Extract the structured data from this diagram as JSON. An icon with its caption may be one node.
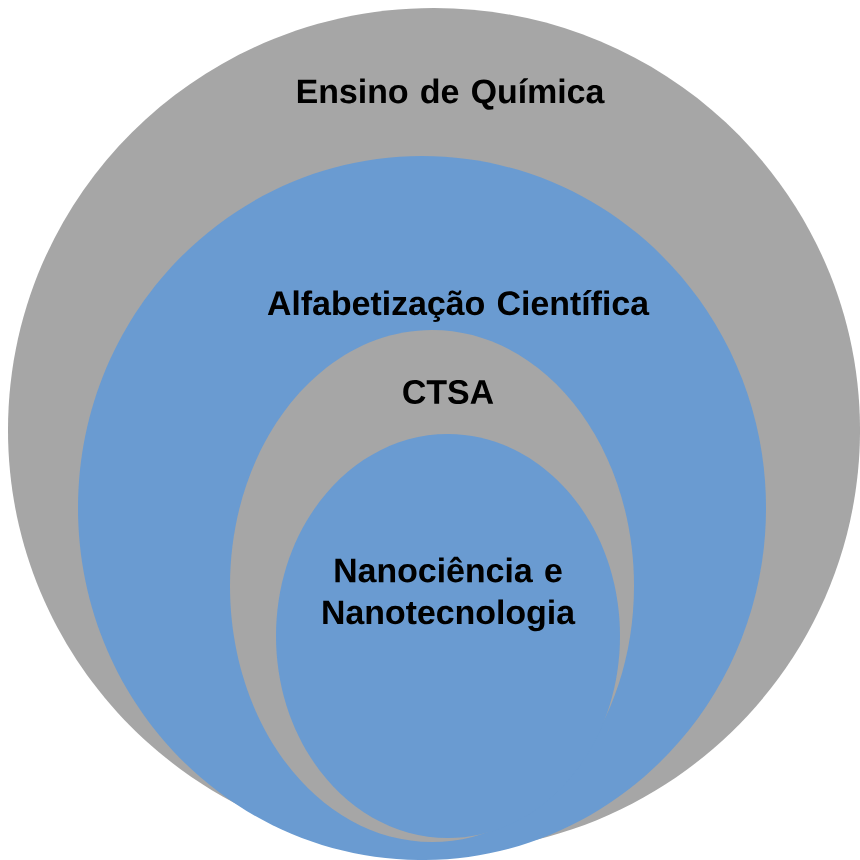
{
  "diagram": {
    "nodes": [
      {
        "text": [
          "Ensino de Química"
        ]
      },
      {
        "text": [
          "Alfabetização Científica"
        ],
        "in": 0
      },
      {
        "text": [
          "CTSA"
        ],
        "in": 1
      },
      {
        "text": [
          "Nanociência e Nanotecnologia"
        ],
        "in": 2
      }
    ]
  }
}
